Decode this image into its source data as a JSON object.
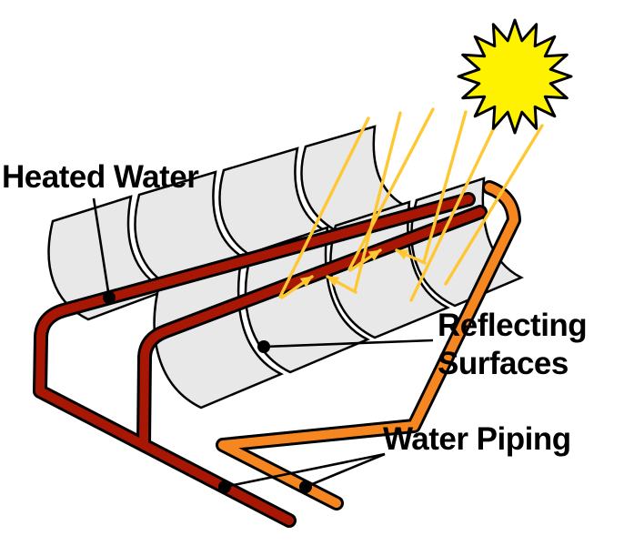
{
  "diagram": {
    "labels": {
      "heated_water": "Heated Water",
      "reflecting_line1": "Reflecting",
      "reflecting_line2": "Surfaces",
      "water_piping": "Water Piping"
    },
    "colors": {
      "background": "#FFFFFF",
      "outline": "#000000",
      "sun_fill": "#FFF200",
      "ray": "#FFC832",
      "panel_fill": "#E8E8E8",
      "hot_pipe": "#A81604",
      "cold_pipe": "#F6861F"
    }
  }
}
